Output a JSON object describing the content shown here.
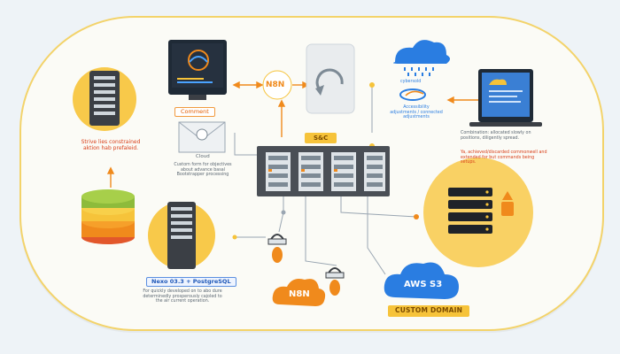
{
  "diagram": {
    "title": "",
    "labels": {
      "top_monitor_tag": "Comment",
      "left_server_note": "Strive lies constrained aktion hab prefaleid.",
      "mail_caption": "Cloud",
      "mail_note": "Custom form for objectives about advance basal Bootstrapper processing",
      "n8n_top": "N8N",
      "sec_label": "S&C",
      "cloud_top_caption": "cybersold",
      "cloud_link_note": "Accessibility adjustments / connected adjustments",
      "right_monitor_note1": "Combination: allocated slowly on positions, diligently spread.",
      "right_monitor_note2": "Ya, achieved/discarded commonwell and extended for but commands being setups.",
      "bottom_server_tag": "Nexo 03.3 + PostgreSQL",
      "bottom_server_note": "For quickly developed on to abo dure determinedly prosperously cajoled to the air current operation.",
      "n8n_cloud": "N8N",
      "aws_cloud": "AWS S3",
      "custom_domain": "CUSTOM DOMAIN"
    },
    "colors": {
      "accent_orange": "#f08a1c",
      "accent_yellow": "#f6c33a",
      "accent_blue": "#2a7de1",
      "panel_border": "#f3d36a",
      "dark": "#3b3f45"
    },
    "icons": [
      "server-rack-icon",
      "database-stack-icon",
      "monitor-icon",
      "mail-icon",
      "refresh-icon",
      "rain-cloud-icon",
      "laptop-icon",
      "lock-icon",
      "cloud-icon"
    ]
  }
}
